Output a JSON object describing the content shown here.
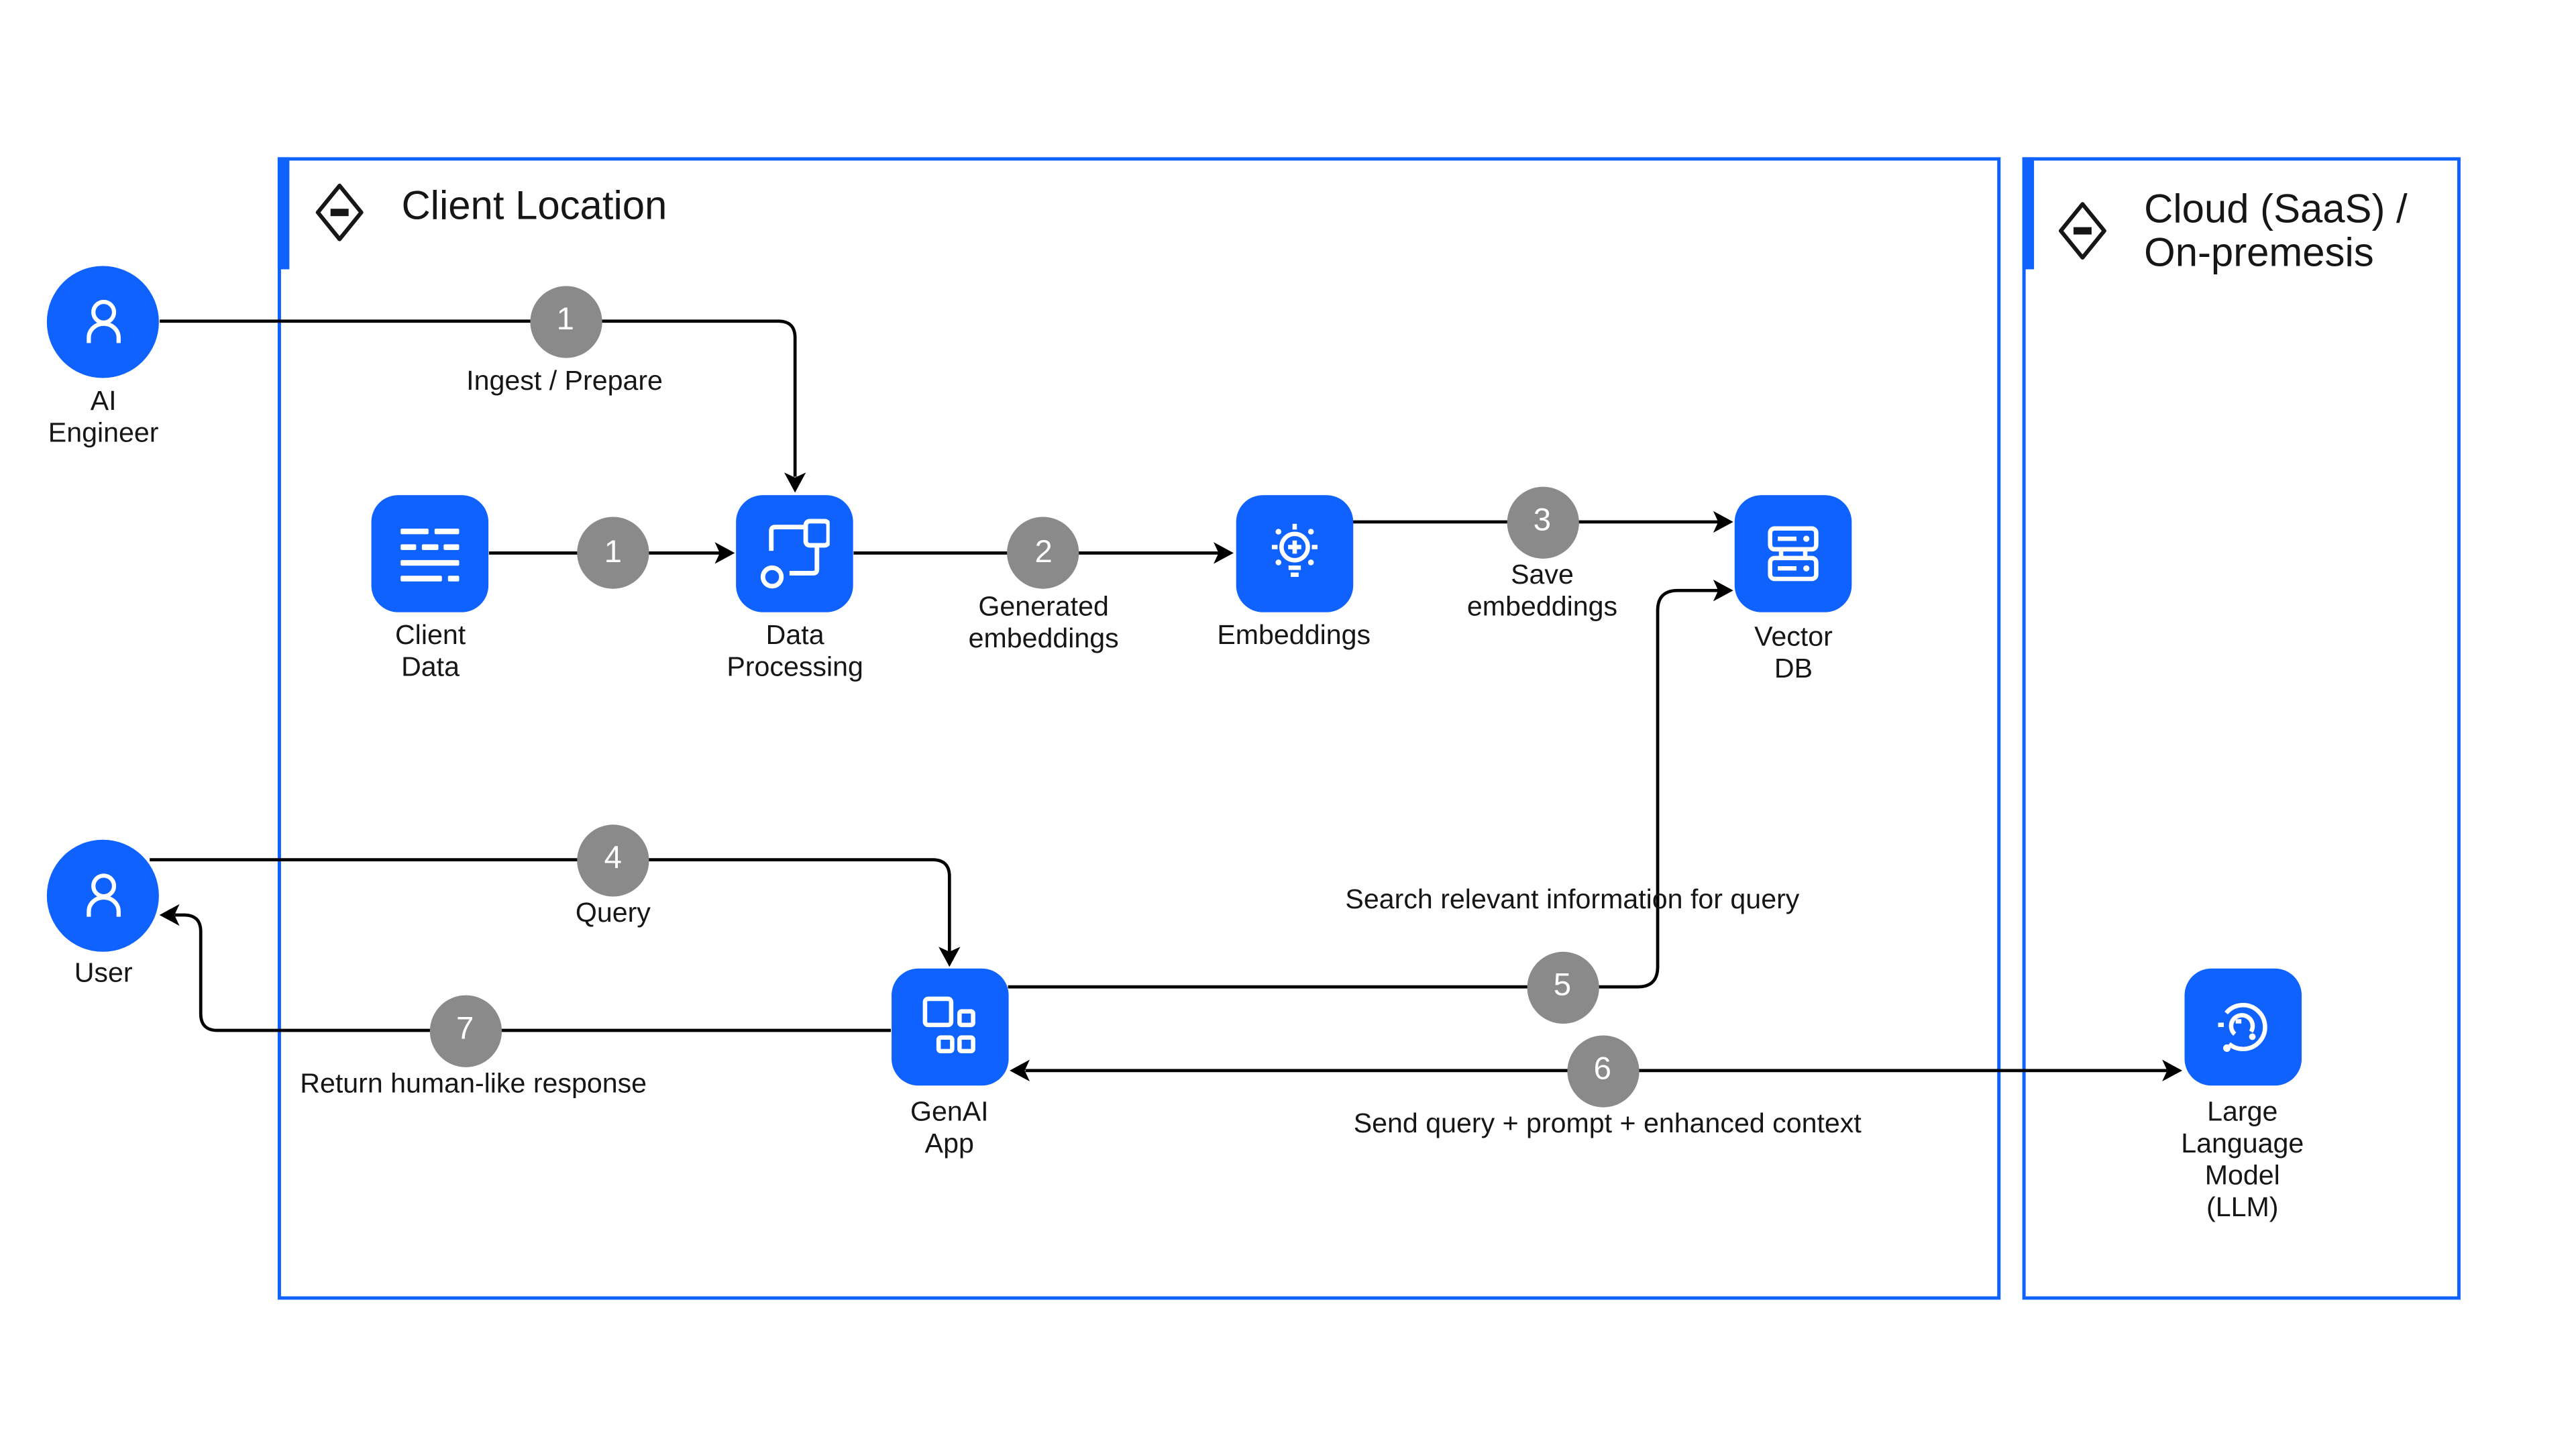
{
  "regions": {
    "client": {
      "title": "Client Location"
    },
    "cloud": {
      "title_line1": "Cloud (SaaS) /",
      "title_line2": "On-premesis"
    }
  },
  "actors": {
    "ai_engineer": {
      "line1": "AI",
      "line2": "Engineer"
    },
    "user": {
      "label": "User"
    }
  },
  "nodes": {
    "client_data": {
      "line1": "Client",
      "line2": "Data"
    },
    "data_processing": {
      "line1": "Data",
      "line2": "Processing"
    },
    "embeddings": {
      "line1": "Embeddings"
    },
    "vector_db": {
      "line1": "Vector",
      "line2": "DB"
    },
    "genai_app": {
      "line1": "GenAI",
      "line2": "App"
    },
    "llm": {
      "line1": "Large",
      "line2": "Language",
      "line3": "Model",
      "line4": "(LLM)"
    }
  },
  "steps": {
    "step1_ingest": {
      "number": "1",
      "label": "Ingest / Prepare"
    },
    "step1_data": {
      "number": "1"
    },
    "step2": {
      "number": "2",
      "line1": "Generated",
      "line2": "embeddings"
    },
    "step3": {
      "number": "3",
      "line1": "Save",
      "line2": "embeddings"
    },
    "step4": {
      "number": "4",
      "label": "Query"
    },
    "step5": {
      "number": "5",
      "label": "Search relevant information for query"
    },
    "step6": {
      "number": "6",
      "label": "Send query + prompt + enhanced context"
    },
    "step7": {
      "number": "7",
      "label": "Return human-like response"
    }
  },
  "colors": {
    "accent_blue": "#0f62fe",
    "badge_gray": "#8a8a8a",
    "text": "#161616",
    "line": "#000000"
  }
}
